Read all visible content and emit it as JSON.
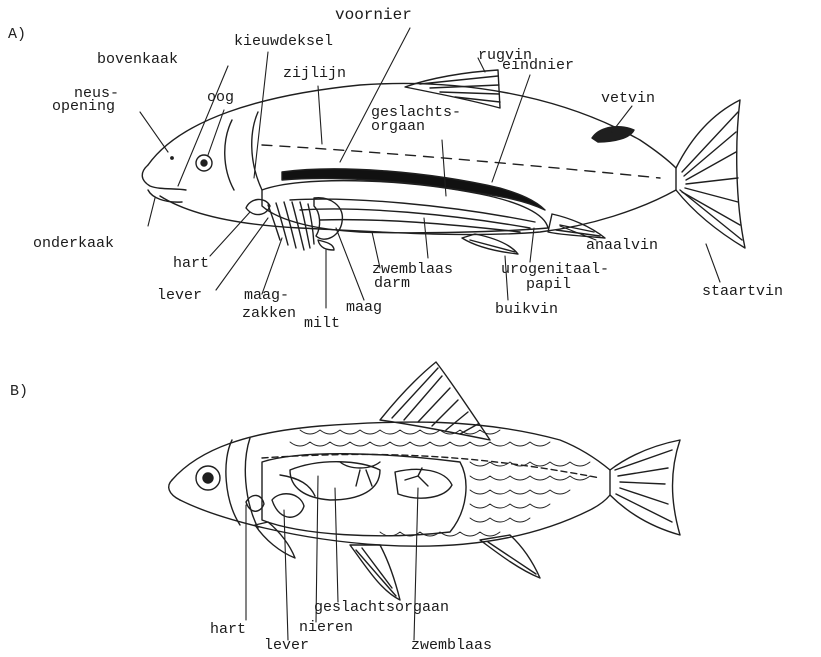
{
  "panels": {
    "a_tag": "A)",
    "b_tag": "B)"
  },
  "labels_a": {
    "voornier": "voornier",
    "kieuwdeksel": "kieuwdeksel",
    "bovenkaak": "bovenkaak",
    "rugvin": "rugvin",
    "eindnier": "eindnier",
    "zijlijn": "zijlijn",
    "neus": "neus-",
    "opening": "opening",
    "oog": "oog",
    "vetvin": "vetvin",
    "geslachts": "geslachts-",
    "orgaan": "orgaan",
    "onderkaak": "onderkaak",
    "anaalvin": "anaalvin",
    "hart": "hart",
    "urogenitaal": "urogenitaal-",
    "papil": "papil",
    "zwemblaas": "zwemblaas",
    "darm": "darm",
    "staartvin": "staartvin",
    "lever": "lever",
    "maag_z": "maag-",
    "zakken": "zakken",
    "maag": "maag",
    "buikvin": "buikvin",
    "milt": "milt"
  },
  "labels_b": {
    "geslachtsorgaan": "geslachtsorgaan",
    "hart": "hart",
    "nieren": "nieren",
    "lever": "lever",
    "zwemblaas": "zwemblaas"
  }
}
